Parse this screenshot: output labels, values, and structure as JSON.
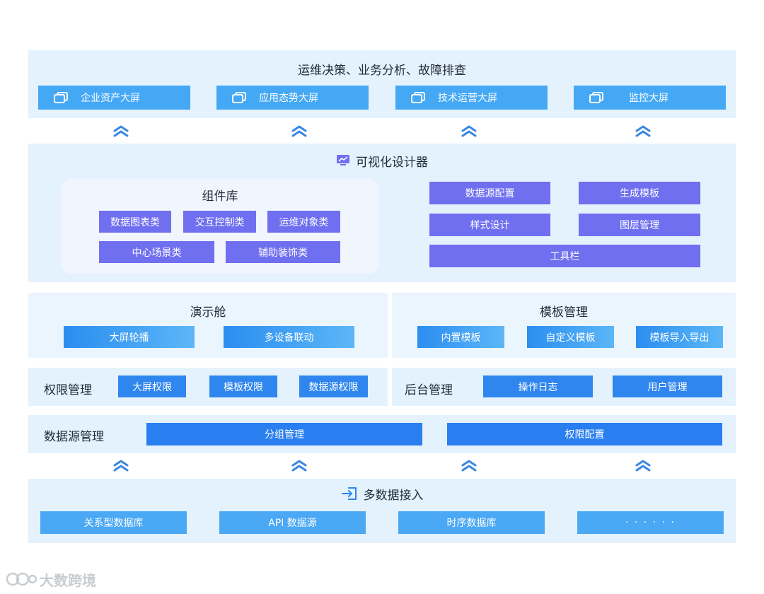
{
  "top": {
    "title": "运维决策、业务分析、故障排查",
    "items": [
      "企业资产大屏",
      "应用态势大屏",
      "技术运营大屏",
      "监控大屏"
    ]
  },
  "designer": {
    "title": "可视化设计器",
    "icon": "monitor-chart-icon",
    "library": {
      "title": "组件库",
      "items": [
        "数据图表类",
        "交互控制类",
        "运维对象类",
        "中心场景类",
        "辅助装饰类"
      ]
    },
    "tools": [
      "数据源配置",
      "生成模板",
      "样式设计",
      "图层管理",
      "工具栏"
    ]
  },
  "demo": {
    "title": "演示舱",
    "items": [
      "大屏轮播",
      "多设备联动"
    ]
  },
  "template": {
    "title": "模板管理",
    "items": [
      "内置模板",
      "自定义模板",
      "模板导入导出"
    ]
  },
  "permission": {
    "title": "权限管理",
    "items": [
      "大屏权限",
      "模板权限",
      "数据源权限"
    ]
  },
  "backend": {
    "title": "后台管理",
    "items": [
      "操作日志",
      "用户管理"
    ]
  },
  "datasource": {
    "title": "数据源管理",
    "items": [
      "分组管理",
      "权限配置"
    ]
  },
  "ingest": {
    "title": "多数据接入",
    "icon": "import-icon",
    "items": [
      "关系型数据库",
      "API 数据源",
      "时序数据库",
      "· · · · · ·"
    ]
  },
  "watermark": {
    "text": "大数跨境"
  },
  "colors": {
    "panel": "#e4f2fd",
    "top_button": "#45a8f4",
    "purple_button": "#6f6ff0",
    "blue_button": "#2f86ef",
    "chevron": "#3a86e0"
  }
}
